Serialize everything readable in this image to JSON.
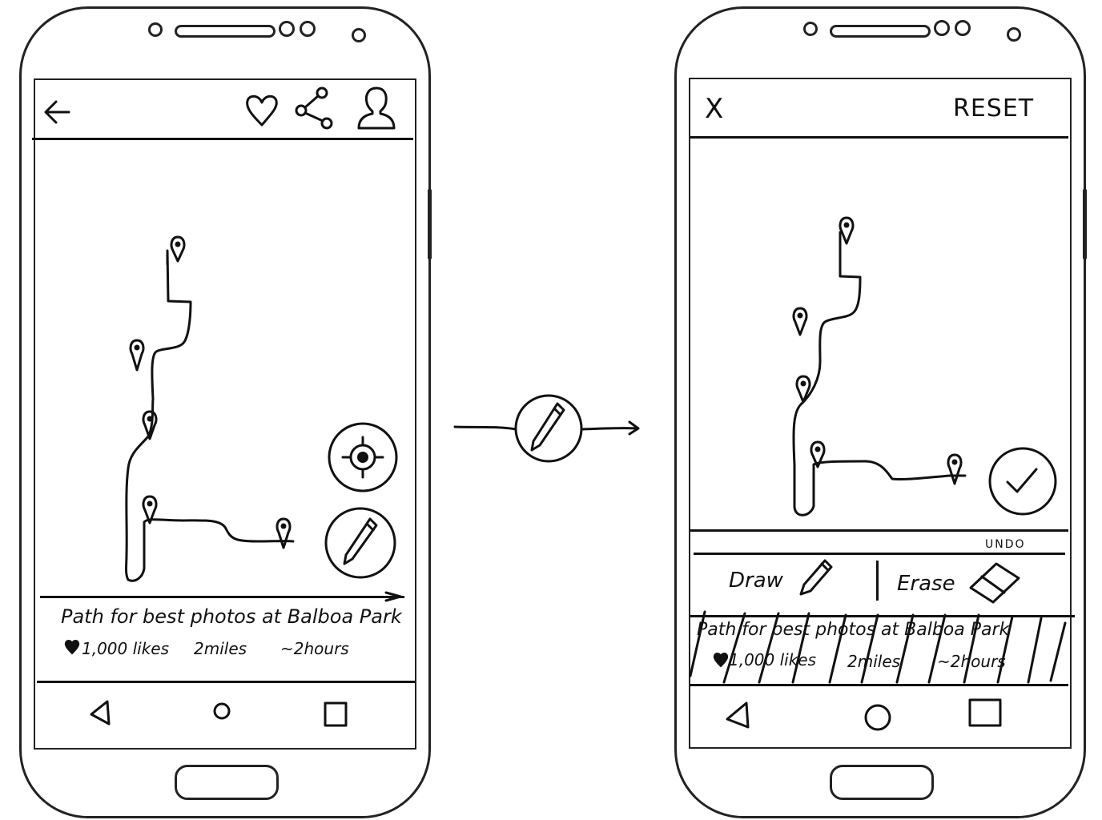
{
  "left_screen": {
    "caption": {
      "title": "Path for best photos at Balboa Park",
      "likes": "1,000 likes",
      "distance": "2miles",
      "duration": "~2hours"
    },
    "icons": {
      "back": "back-arrow-icon",
      "favorite": "heart-icon",
      "share": "share-icon",
      "profile": "profile-icon",
      "locate": "locate-icon",
      "edit": "pencil-icon"
    }
  },
  "transition": {
    "icon": "pencil-icon"
  },
  "right_screen": {
    "header": {
      "close_label": "X",
      "reset_label": "RESET"
    },
    "toolbar": {
      "undo_label": "UNDO",
      "draw_label": "Draw",
      "erase_label": "Erase"
    },
    "caption": {
      "title": "Path for best photos at Balboa Park",
      "likes": "1,000 likes",
      "distance": "2miles",
      "duration": "~2hours"
    },
    "icons": {
      "confirm": "checkmark-icon",
      "draw": "pencil-icon",
      "erase": "eraser-icon"
    }
  },
  "colors": {
    "ink": "#111111",
    "paper": "#ffffff"
  }
}
